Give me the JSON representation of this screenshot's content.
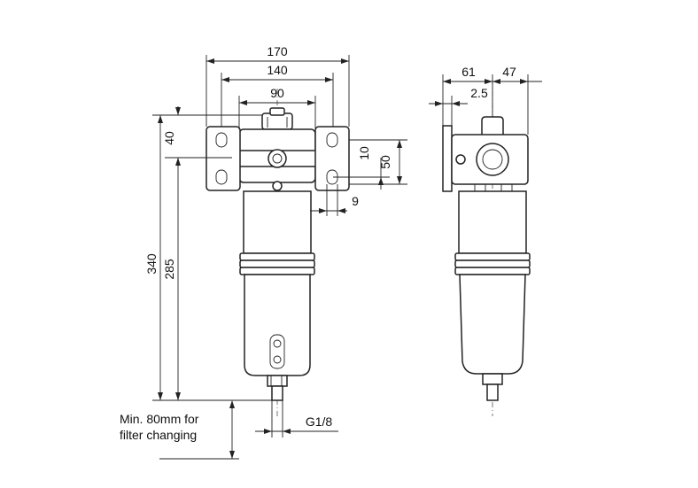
{
  "dimensions": {
    "front_width_outer": "170",
    "front_width_mid": "140",
    "front_width_inner": "90",
    "front_height_total": "340",
    "front_height_body": "285",
    "bracket_height": "40",
    "port_offset": "10",
    "bracket_span": "50",
    "slot_width": "9",
    "side_left": "61",
    "side_right": "47",
    "side_offset": "2.5",
    "drain_thread": "G1/8"
  },
  "note": {
    "line1": "Min. 80mm for",
    "line2": "filter changing"
  }
}
